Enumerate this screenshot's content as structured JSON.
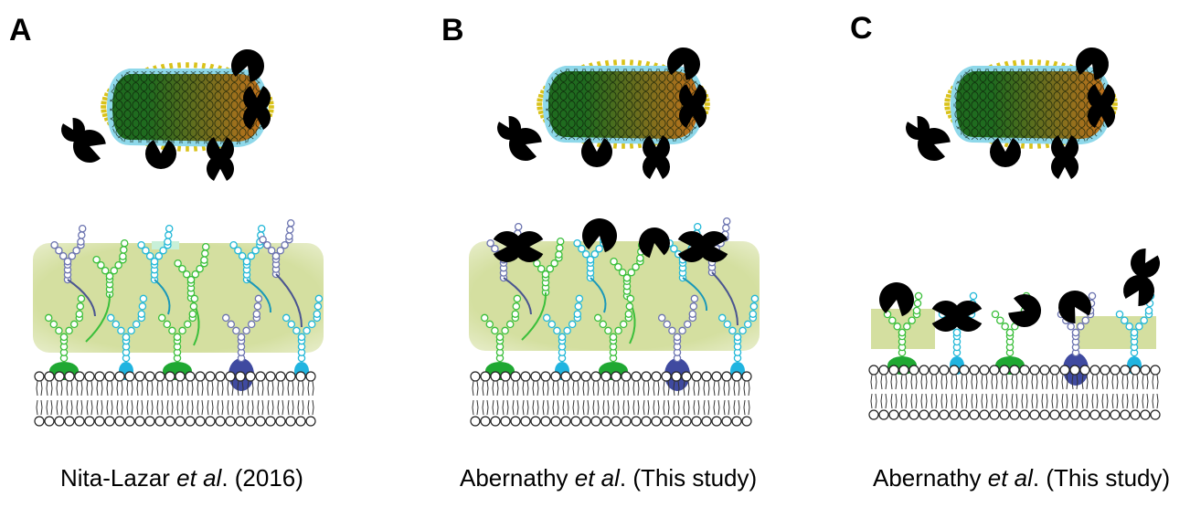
{
  "panels": [
    {
      "letter": "A",
      "caption_pre": "Nita-Lazar ",
      "caption_em": "et al",
      "caption_post": ". (2016)"
    },
    {
      "letter": "B",
      "caption_pre": "Abernathy ",
      "caption_em": "et al",
      "caption_post": ". (This study)"
    },
    {
      "letter": "C",
      "caption_pre": "Abernathy ",
      "caption_em": "et al",
      "caption_post": ". (This study)"
    }
  ],
  "colors": {
    "bacterium_green": "#1f6b1f",
    "bacterium_orange": "#c8721c",
    "bacterium_rim": "#8ed8ea",
    "pili": "#d9c21a",
    "lectin": "#000000",
    "glycocalyx": "#d4dfa0",
    "glycan_green": "#3bbf3b",
    "glycan_cyan": "#22b8d8",
    "glycan_navy": "#6c74b0",
    "protein_green": "#1fa832",
    "protein_cyan": "#20b4e0",
    "protein_navy": "#3f4aa0"
  }
}
